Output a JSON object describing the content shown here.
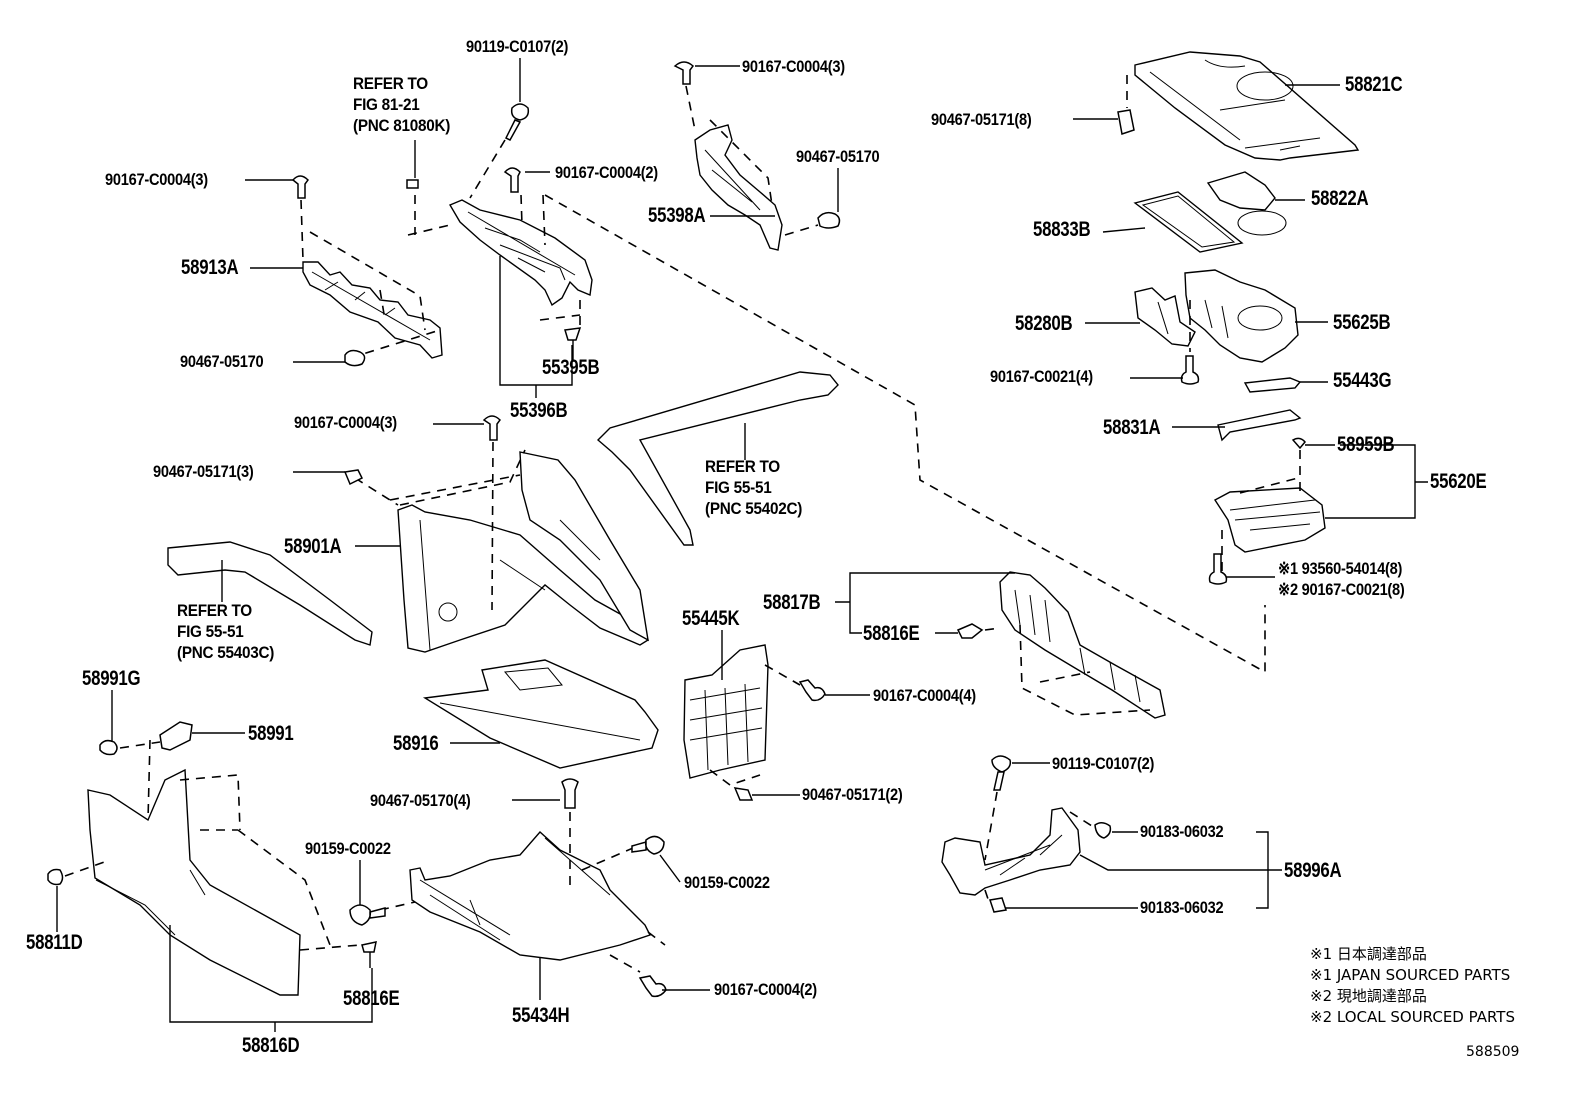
{
  "diagram": {
    "title": "Console box parts diagram",
    "figure_number": "588509",
    "labels": {
      "p90119_c0107_top": "90119-C0107(2)",
      "refer_81_21": [
        "REFER TO",
        "FIG 81-21",
        "(PNC 81080K)"
      ],
      "p90167_c0004_3_top": "90167-C0004(3)",
      "p90167_c0004_3_left": "90167-C0004(3)",
      "p90167_c0004_2_top": "90167-C0004(2)",
      "p90467_05170_top": "90467-05170",
      "p55398A": "55398A",
      "p90467_05171_8": "90467-05171(8)",
      "p58821C": "58821C",
      "p58822A": "58822A",
      "p58833B": "58833B",
      "p58913A": "58913A",
      "p90467_05170_left": "90467-05170",
      "p55395B": "55395B",
      "p55396B": "55396B",
      "p58280B": "58280B",
      "p55625B": "55625B",
      "p90167_c0021_4": "90167-C0021(4)",
      "p55443G": "55443G",
      "p58831A": "58831A",
      "p58959B": "58959B",
      "p55620E": "55620E",
      "p90167_c0004_3_mid": "90167-C0004(3)",
      "p90467_05171_3": "90467-05171(3)",
      "p58901A": "58901A",
      "refer_55_51_a": [
        "REFER TO",
        "FIG 55-51",
        "(PNC 55402C)"
      ],
      "refer_55_51_b": [
        "REFER TO",
        "FIG 55-51",
        "(PNC 55403C)"
      ],
      "p93560_54014": "※1 93560-54014(8)",
      "p90167_c0021_8": "※2 90167-C0021(8)",
      "p58817B": "58817B",
      "p58816E_right": "58816E",
      "p55445K": "55445K",
      "p90167_c0004_4": "90167-C0004(4)",
      "p58991G": "58991G",
      "p58991": "58991",
      "p58916": "58916",
      "p90467_05171_2": "90467-05171(2)",
      "p90119_c0107_bottom": "90119-C0107(2)",
      "p90467_05170_4": "90467-05170(4)",
      "p90159_c0022_left": "90159-C0022",
      "p90159_c0022_right": "90159-C0022",
      "p90183_06032_top": "90183-06032",
      "p58996A": "58996A",
      "p90183_06032_bottom": "90183-06032",
      "p58811D": "58811D",
      "p58816E_left": "58816E",
      "p90167_c0004_2_bottom": "90167-C0004(2)",
      "p55434H": "55434H",
      "p58816D": "58816D"
    },
    "notes": [
      "※1 日本調達部品",
      "※1 JAPAN SOURCED PARTS",
      "※2 現地調達部品",
      "※2 LOCAL SOURCED PARTS"
    ]
  }
}
